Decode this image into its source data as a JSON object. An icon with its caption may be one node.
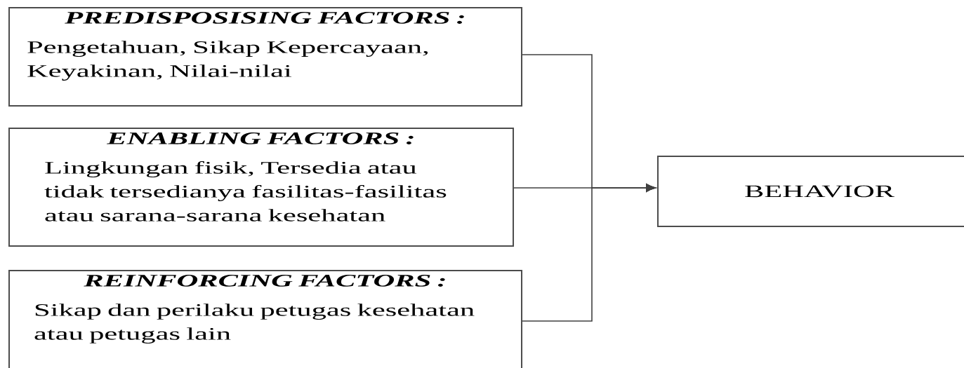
{
  "diagram": {
    "nodes": [
      {
        "text": [
          "PREDISPOSISING FACTORS :",
          "Pengetahuan, Sikap Kepercayaan, Keyakinan, Nilai-nilai"
        ]
      },
      {
        "text": [
          "ENABLING FACTORS :",
          "Lingkungan fisik, Tersedia atau tidak tersedianya fasilitas-fasilitas atau sarana-sarana kesehatan"
        ]
      },
      {
        "text": [
          "REINFORCING FACTORS :",
          "Sikap dan perilaku petugas kesehatan atau petugas lain"
        ]
      },
      {
        "text": [
          "BEHAVIOR"
        ]
      }
    ],
    "edges": [
      {
        "from": 0,
        "to": 3,
        "arrow": "to"
      },
      {
        "from": 1,
        "to": 3,
        "arrow": "to"
      },
      {
        "from": 2,
        "to": 3,
        "arrow": "to"
      }
    ]
  }
}
